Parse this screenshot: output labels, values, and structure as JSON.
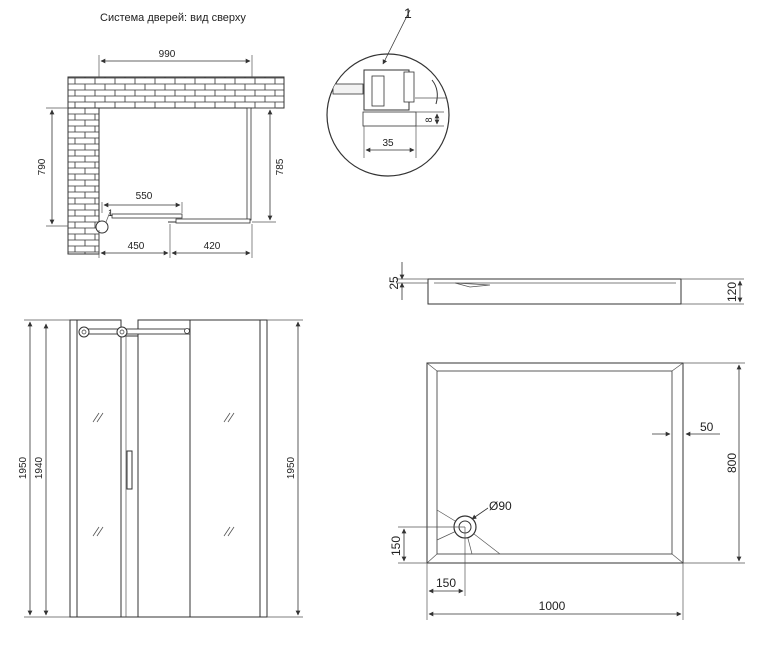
{
  "top_view": {
    "title": "Система дверей: вид сверху",
    "dims": {
      "width": "990",
      "left_height": "790",
      "right_height": "785",
      "door": "550",
      "left_seg": "450",
      "right_seg": "420"
    },
    "callout": "1"
  },
  "detail": {
    "callout": "1",
    "dims": {
      "horizontal": "35",
      "vertical": "8"
    }
  },
  "tray_side": {
    "dims": {
      "height": "120",
      "rim": "25"
    }
  },
  "tray_top": {
    "dims": {
      "width": "1000",
      "depth": "800",
      "rim": "50",
      "drain_diameter": "Ø90",
      "drain_x": "150",
      "drain_y": "150"
    }
  },
  "front_view": {
    "dims": {
      "left_outer": "1950",
      "left_inner": "1940",
      "right": "1950"
    }
  }
}
